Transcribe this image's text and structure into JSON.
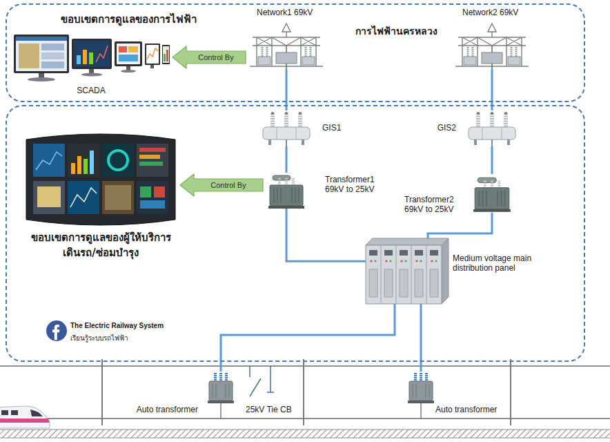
{
  "diagram": {
    "nodes": [
      {
        "text": [
          "ขอบเขตการดูแลของการไฟฟ้า",
          "การไฟฟ้านครหลวง"
        ]
      },
      {
        "text": [
          "SCADA"
        ],
        "in": 0
      },
      {
        "text": [
          "Network1 69kV"
        ],
        "in": 0
      },
      {
        "text": [
          "Network2 69kV"
        ],
        "in": 0
      },
      {
        "text": [
          "ขอบเขตการดูแลของผู้ให้บริการ เดินรถ/ซ่อมบำรุง"
        ]
      },
      {
        "text": [
          "GIS1"
        ],
        "in": 4
      },
      {
        "text": [
          "GIS2"
        ],
        "in": 4
      },
      {
        "text": [
          "Transformer1 69kV to 25kV"
        ],
        "in": 4
      },
      {
        "text": [
          "Transformer2 69kV to 25kV"
        ],
        "in": 4
      },
      {
        "text": [
          "Medium voltage main distribution panel"
        ],
        "in": 4
      },
      {
        "text": [
          "Auto transformer"
        ]
      },
      {
        "text": [
          "Auto transformer"
        ]
      }
    ],
    "edges": [
      {
        "from": 2,
        "to": 1,
        "arrow": "to",
        "label": "Control By"
      },
      {
        "from": 2,
        "to": 5,
        "arrow": "none"
      },
      {
        "from": 5,
        "to": 7,
        "arrow": "none"
      },
      {
        "from": 3,
        "to": 6,
        "arrow": "none"
      },
      {
        "from": 6,
        "to": 8,
        "arrow": "none"
      },
      {
        "from": 7,
        "to": 9,
        "arrow": "none"
      },
      {
        "from": 8,
        "to": 9,
        "arrow": "none"
      },
      {
        "from": 9,
        "to": 10,
        "arrow": "none"
      },
      {
        "from": 9,
        "to": 11,
        "arrow": "none"
      }
    ],
    "labels": [
      "Control By",
      "The Electric Railway System",
      "เรียนรู้ระบบรถไฟฟ้า",
      "25kV Tie CB"
    ]
  }
}
